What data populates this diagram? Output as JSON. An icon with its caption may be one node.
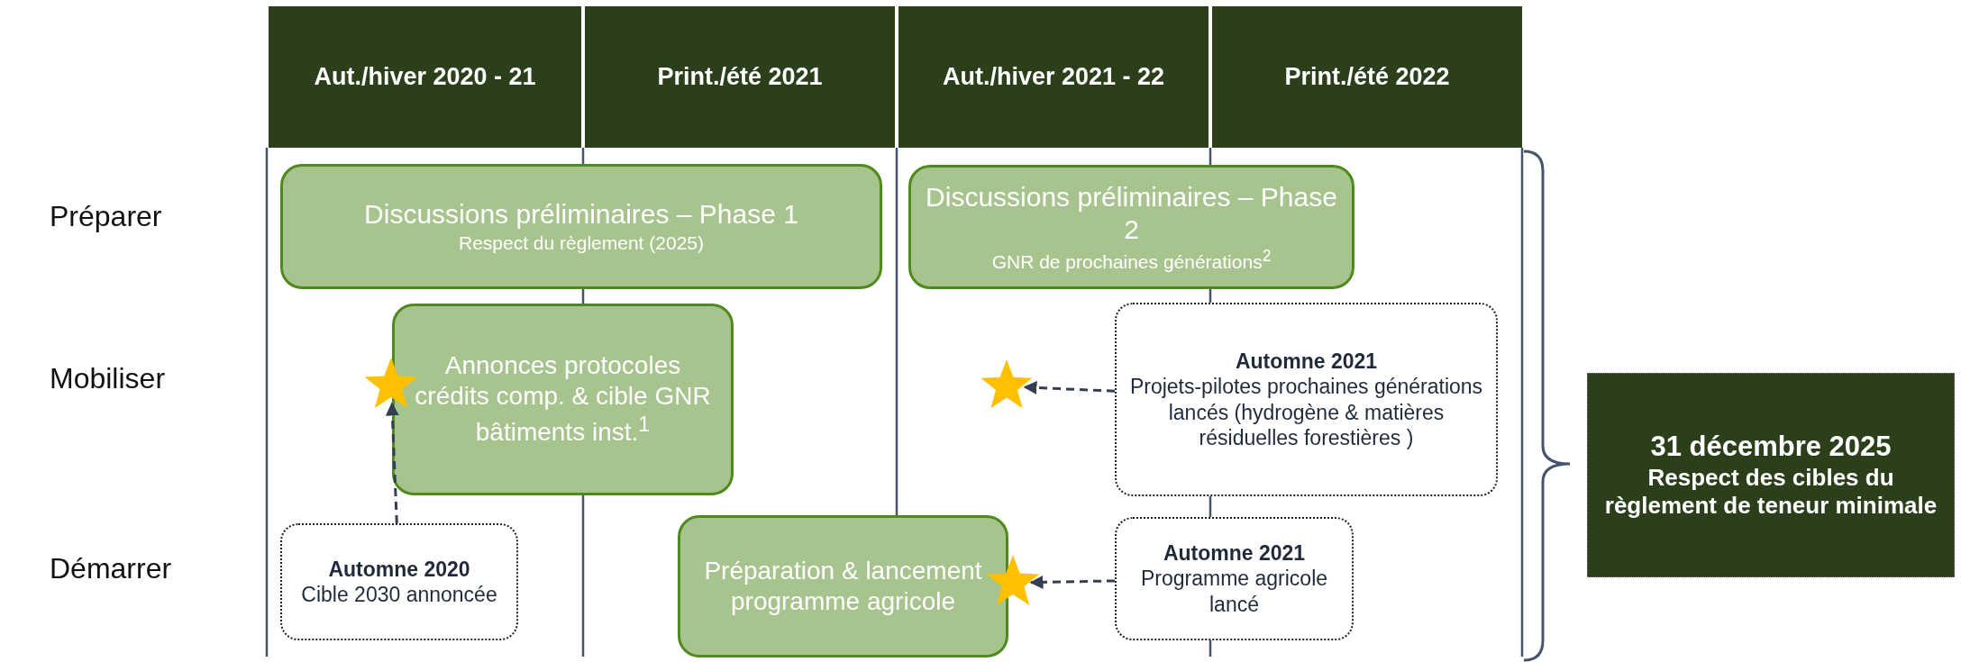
{
  "diagram": {
    "nodes": [
      {
        "text": [
          "Aut./hiver 2020 - 21"
        ]
      },
      {
        "text": [
          "Print./été 2021"
        ]
      },
      {
        "text": [
          "Aut./hiver 2021 - 22"
        ]
      },
      {
        "text": [
          "Print./été 2022"
        ]
      },
      {
        "text": [
          "Discussions préliminaires – Phase 1",
          "Respect du règlement (2025)"
        ]
      },
      {
        "text": [
          "Discussions préliminaires – Phase 2",
          "GNR de prochaines générations$^{2}$"
        ]
      },
      {
        "text": [],
        "shape": "star"
      },
      {
        "text": [
          "Annonces protocoles crédits comp. & cible GNR bâtiments inst.$^{1}$"
        ]
      },
      {
        "text": [],
        "shape": "star"
      },
      {
        "text": [
          "Automne 2021",
          "Projets-pilotes prochaines générations lancés (hydrogène & matières résiduelles forestières )"
        ]
      },
      {
        "text": [
          "31 décembre 2025",
          "Respect des cibles du règlement de teneur minimale"
        ]
      },
      {
        "text": [
          "Automne 2020",
          "Cible 2030 annoncée"
        ]
      },
      {
        "text": [
          "Préparation & lancement programme agricole"
        ]
      },
      {
        "text": [],
        "shape": "star"
      },
      {
        "text": [
          "Automne 2021",
          "Programme agricole lancé"
        ]
      }
    ],
    "edges": [
      {
        "from": 11,
        "to": 6,
        "arrow": "to",
        "style": "dashed"
      },
      {
        "from": 9,
        "to": 8,
        "arrow": "to",
        "style": "dashed"
      },
      {
        "from": 14,
        "to": 13,
        "arrow": "to",
        "style": "dashed"
      }
    ],
    "labels": [
      "Préparer",
      "Mobiliser",
      "Démarrer"
    ]
  }
}
